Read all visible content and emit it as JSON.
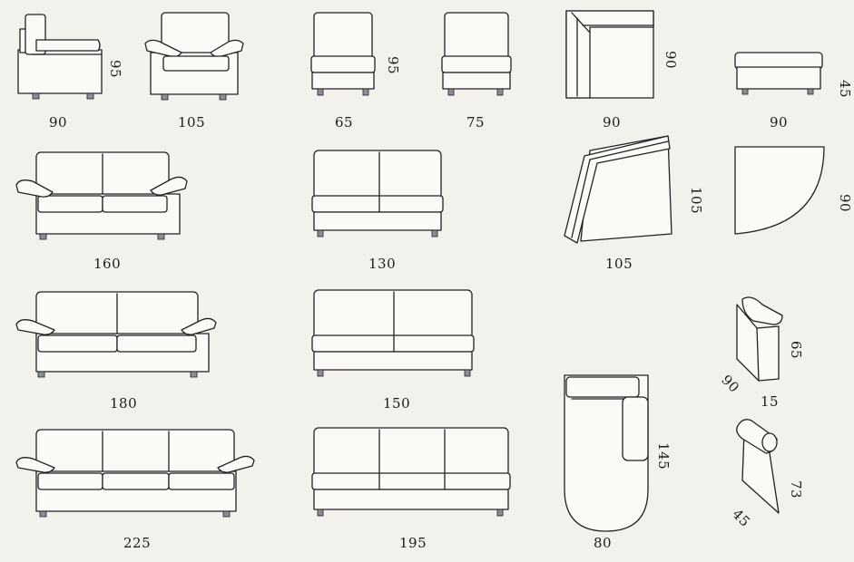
{
  "pieces": [
    {
      "id": "armchair-one-arm",
      "width": "90",
      "height": "95"
    },
    {
      "id": "armchair",
      "width": "105"
    },
    {
      "id": "armless-chair-65",
      "width": "65",
      "height": "95"
    },
    {
      "id": "armless-chair-75",
      "width": "75"
    },
    {
      "id": "corner-unit",
      "width": "90",
      "height": "90"
    },
    {
      "id": "ottoman",
      "width": "90",
      "height": "45"
    },
    {
      "id": "sofa-2-seat",
      "width": "160"
    },
    {
      "id": "armless-2-seat",
      "width": "130"
    },
    {
      "id": "angled-corner",
      "width": "105",
      "height": "105"
    },
    {
      "id": "quarter-round",
      "height": "90"
    },
    {
      "id": "sofa-3-seat",
      "width": "180"
    },
    {
      "id": "armless-3-seat",
      "width": "150"
    },
    {
      "id": "armrest-module",
      "depth": "90",
      "height": "65",
      "width": "15"
    },
    {
      "id": "sofa-3-seat-large",
      "width": "225"
    },
    {
      "id": "armless-3-seat-large",
      "width": "195"
    },
    {
      "id": "chaise-longue",
      "width": "80",
      "length": "145"
    },
    {
      "id": "bolster-wedge",
      "height": "73",
      "depth": "45"
    }
  ]
}
